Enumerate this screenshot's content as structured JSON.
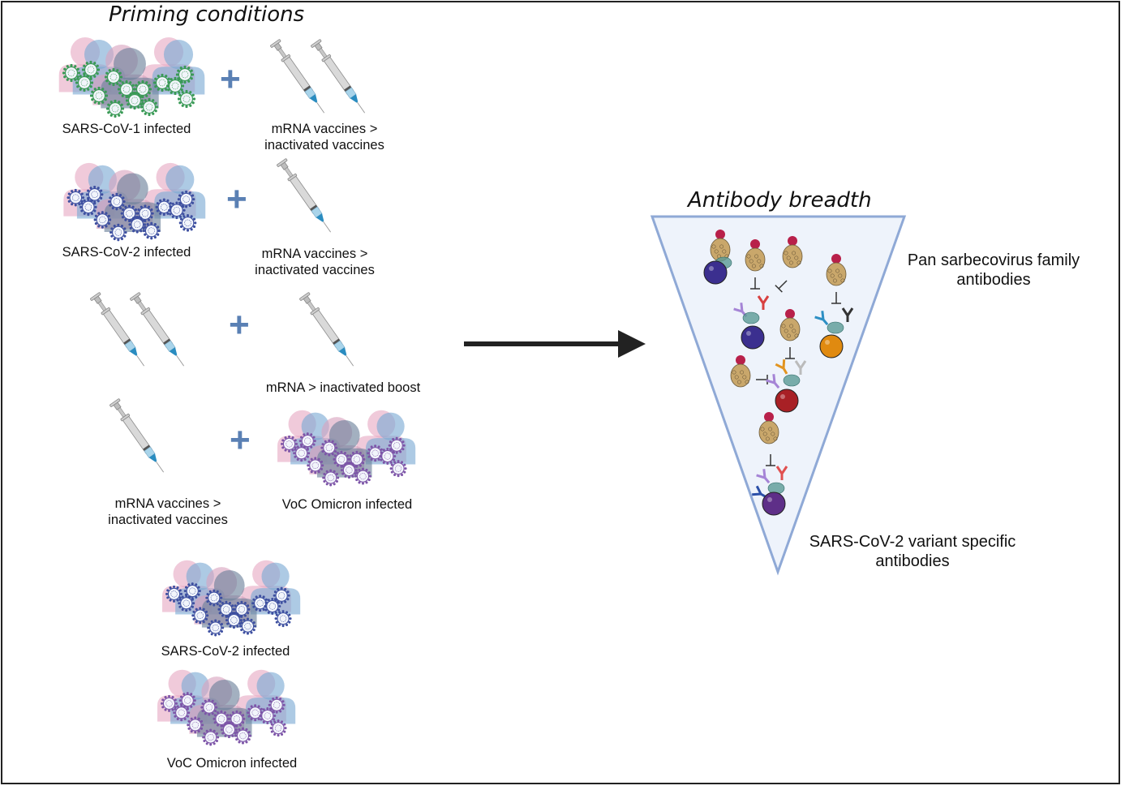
{
  "left_panel": {
    "title": "Priming conditions",
    "rows": [
      {
        "left": {
          "icon": "sars-cov-1-infected-group-icon",
          "label": "SARS-CoV-1 infected"
        },
        "operator": "+",
        "right": {
          "icon": "two-syringes-icon",
          "label_line1": "mRNA vaccines >",
          "label_line2": "inactivated vaccines"
        }
      },
      {
        "left": {
          "icon": "sars-cov-2-infected-group-icon",
          "label": "SARS-CoV-2 infected"
        },
        "operator": "+",
        "right": {
          "icon": "syringe-icon",
          "label_line1": "mRNA vaccines >",
          "label_line2": "inactivated vaccines"
        }
      },
      {
        "left": {
          "icon": "two-syringes-icon",
          "label": ""
        },
        "operator": "+",
        "right": {
          "icon": "syringe-icon",
          "label_line1": "mRNA > inactivated boost",
          "label_line2": ""
        }
      },
      {
        "left": {
          "icon": "syringe-icon",
          "label_line1": "mRNA vaccines >",
          "label_line2": "inactivated vaccines"
        },
        "operator": "+",
        "right": {
          "icon": "omicron-infected-group-icon",
          "label": "VoC Omicron infected"
        }
      }
    ],
    "bottom_groups": [
      {
        "icon": "sars-cov-2-infected-group-icon",
        "label": "SARS-CoV-2 infected"
      },
      {
        "icon": "omicron-infected-group-icon",
        "label": "VoC Omicron infected"
      }
    ]
  },
  "arrow": {
    "direction": "right"
  },
  "right_panel": {
    "title": "Antibody breadth",
    "top_label_line1": "Pan sarbecovirus family",
    "top_label_line2": "antibodies",
    "bottom_label_line1": "SARS-CoV-2 variant specific",
    "bottom_label_line2": "antibodies",
    "triangle_fill": "#eef3fb",
    "triangle_stroke": "#8fa9d6"
  },
  "colors": {
    "plus": "#5a80b4",
    "virus_sars1": "#3a9a56",
    "virus_sars2": "#3d4fa0",
    "virus_omicron": "#7d55a8",
    "ball_purple_blue": "#3b2f8f",
    "ball_orange": "#e08a10",
    "ball_red": "#a82025",
    "ball_violet": "#5e2f88"
  }
}
